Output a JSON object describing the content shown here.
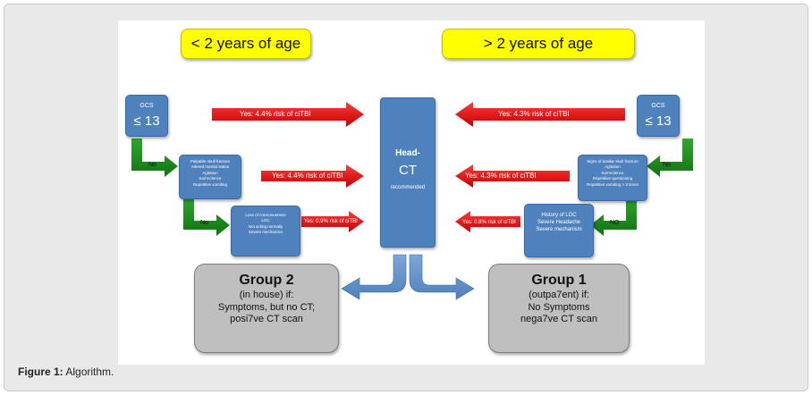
{
  "headers": {
    "left": "< 2 years of age",
    "right": "> 2 years of age"
  },
  "center": {
    "line1": "Head-",
    "line2": "CT",
    "line3": "recommended"
  },
  "left_side": {
    "gcs_label": "GCS",
    "gcs_value": "≤ 13",
    "arrow1": "Yes: 4.4% risk of ciTBI",
    "arrow2": "Yes: 4.4% risk of ciTBI",
    "arrow3": "Yes: 0.9% risk of ciTBI",
    "no1": "No",
    "no2": "No",
    "box2_lines": [
      "Palpable skull fracture",
      "Altered mental status",
      "Agitation",
      "Somnolence",
      "Repetitive vomiting"
    ],
    "box3_lines": [
      "Loss of consciousness",
      "LOC",
      "Not acting normally",
      "Severe mechanism"
    ]
  },
  "right_side": {
    "gcs_label": "GCS",
    "gcs_value": "≤ 13",
    "arrow1": "Yes: 4.3% risk of ciTBI",
    "arrow2": "Yes: 4.3% risk of ciTBI",
    "arrow3": "Yes: 0.8% risk of ciTBI",
    "no1": "No",
    "no2": "NO",
    "box2_lines": [
      "Signs of basilar skull fracture",
      "Agitation",
      "Somnolence",
      "Repetitive questioning",
      "Repetitive vomiting > 3 times"
    ],
    "box3_lines": [
      "History of LOC",
      "Severe Headache",
      "Severe mechanism"
    ]
  },
  "group2": {
    "title": "Group 2",
    "line1": "(in house) if:",
    "line2": "Symptoms, but no CT;",
    "line3": "posi7ve CT scan"
  },
  "group1": {
    "title": "Group 1",
    "line1": "(outpa7ent) if:",
    "line2": "No Symptoms",
    "line3": "nega7ve CT scan"
  },
  "caption": {
    "label": "Figure 1:",
    "text": " Algorithm."
  },
  "colors": {
    "red_arrow": "#e00000",
    "green_arrow": "#1e8c1e",
    "blue_box": "#4f81bd",
    "yellow": "#ffff00",
    "gray_group": "#bfbfbf"
  }
}
